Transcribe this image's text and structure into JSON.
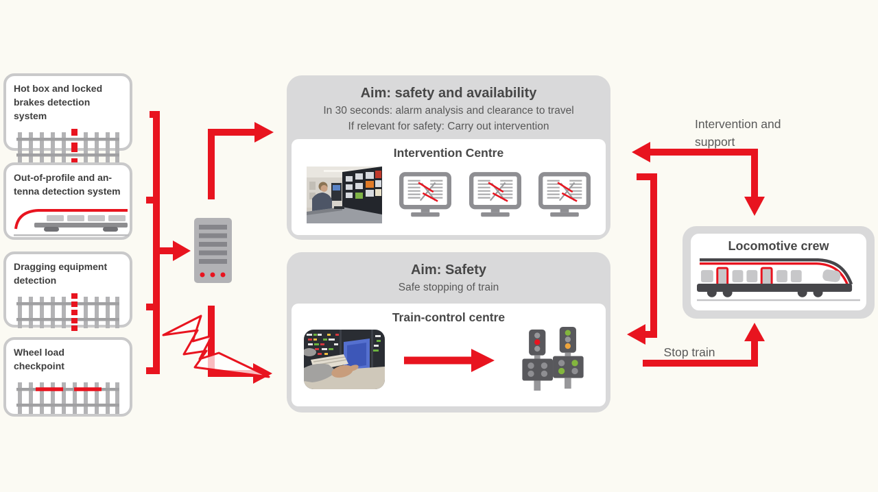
{
  "colors": {
    "background": "#fbfaf3",
    "accent_red": "#e8141f",
    "panel_gray": "#d9d9da",
    "border_gray": "#c9c9ca",
    "text_dark": "#3e3e3e",
    "text_medium": "#585858",
    "signal_green": "#83b63e",
    "signal_orange": "#eda43c"
  },
  "detectors": [
    {
      "lines": [
        "Hot box and locked",
        "brakes detection system"
      ],
      "icon": "track-hot-box-icon"
    },
    {
      "lines": [
        "Out-of-profile and an-",
        "tenna detection system"
      ],
      "icon": "train-profile-icon"
    },
    {
      "lines": [
        "Dragging equipment",
        "detection"
      ],
      "icon": "track-dragging-icon"
    },
    {
      "lines": [
        "Wheel load",
        "checkpoint"
      ],
      "icon": "track-wheel-load-icon"
    }
  ],
  "intervention_centre": {
    "aim_title": "Aim: safety and availability",
    "aim_line1": "In 30 seconds: alarm analysis and clearance to travel",
    "aim_line2": "If relevant for safety: Carry out intervention",
    "title": "Intervention Centre"
  },
  "train_control": {
    "aim_title": "Aim: Safety",
    "aim_line1": "Safe stopping of train",
    "title": "Train-control centre"
  },
  "locomotive_crew": {
    "title": "Locomotive crew"
  },
  "flow_labels": {
    "intervention_support": [
      "Intervention and",
      "support"
    ],
    "stop_train": "Stop train"
  }
}
